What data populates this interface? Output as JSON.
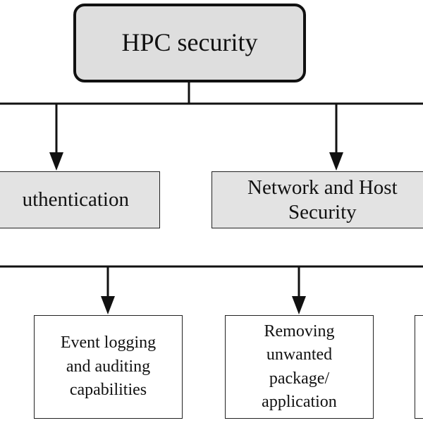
{
  "diagram": {
    "root": "HPC security",
    "level2": [
      "uthentication",
      "Network and Host\nSecurity"
    ],
    "level3": [
      "Event logging\nand auditing\ncapabilities",
      "Removing\nunwanted\npackage/\napplication"
    ]
  },
  "colors": {
    "line": "#111111",
    "root_fill": "#dedede",
    "mid_fill": "#e3e3e3",
    "leaf_fill": "#ffffff"
  }
}
